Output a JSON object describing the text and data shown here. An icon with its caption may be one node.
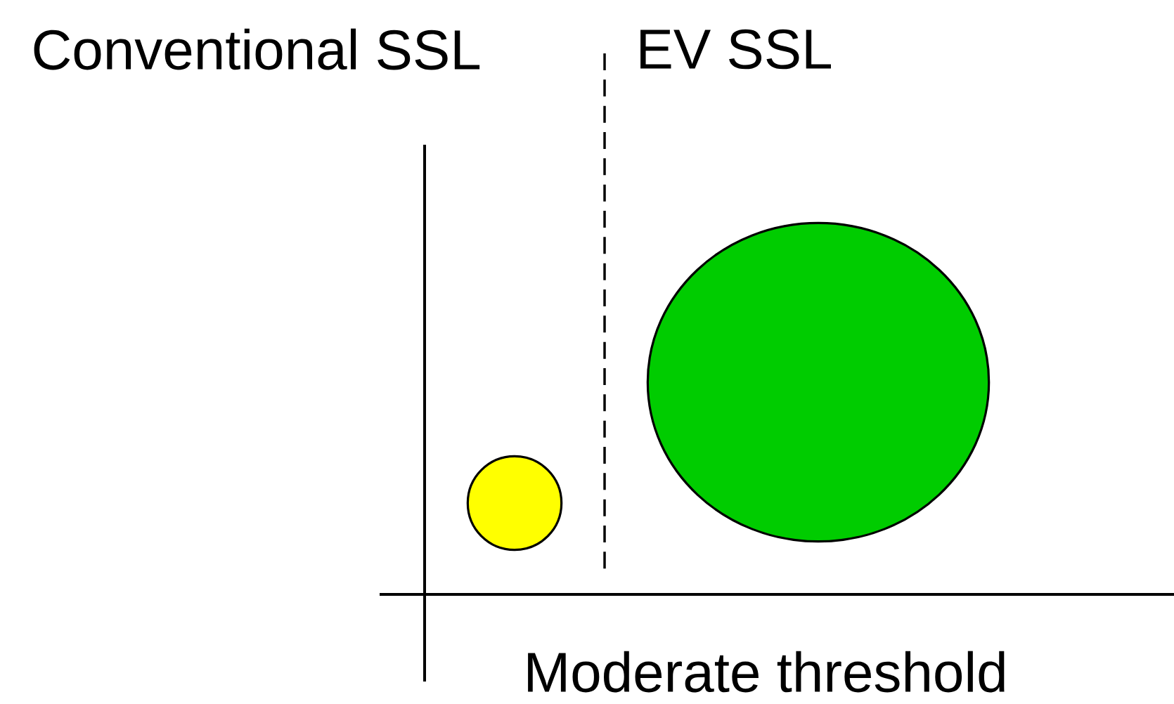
{
  "diagram": {
    "nodes": [
      {
        "text": [],
        "shape": "circle"
      },
      {
        "text": [],
        "shape": "circle"
      }
    ],
    "labels": [
      "Conventional SSL",
      "EV SSL",
      "Moderate threshold"
    ]
  }
}
